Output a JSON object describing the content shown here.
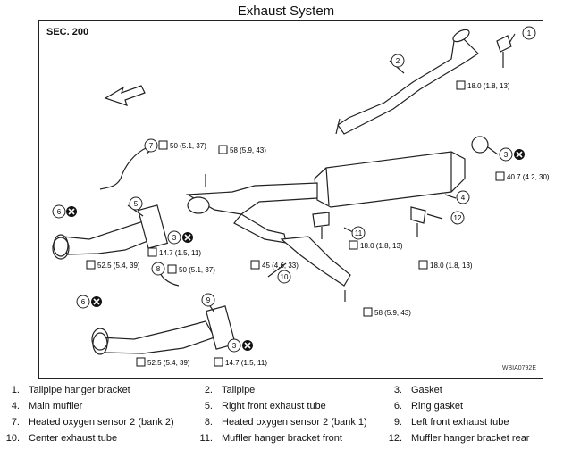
{
  "title": "Exhaust System",
  "section": "SEC. 200",
  "figure_ref": "WBIA0792E",
  "torques": [
    {
      "id": "t1",
      "text": "18.0 (1.8, 13)"
    },
    {
      "id": "t2",
      "text": "50 (5.1, 37)"
    },
    {
      "id": "t3",
      "text": "58 (5.9, 43)"
    },
    {
      "id": "t4",
      "text": "40.7 (4.2, 30)"
    },
    {
      "id": "t5",
      "text": "14.7 (1.5, 11)"
    },
    {
      "id": "t6",
      "text": "52.5 (5.4, 39)"
    },
    {
      "id": "t7",
      "text": "50 (5.1, 37)"
    },
    {
      "id": "t8",
      "text": "45 (4.6, 33)"
    },
    {
      "id": "t9",
      "text": "18.0 (1.8, 13)"
    },
    {
      "id": "t10",
      "text": "18.0 (1.8, 13)"
    },
    {
      "id": "t11",
      "text": "58 (5.9, 43)"
    },
    {
      "id": "t12",
      "text": "52.5 (5.4, 39)"
    },
    {
      "id": "t13",
      "text": "14.7 (1.5, 11)"
    }
  ],
  "callouts": [
    "1",
    "2",
    "3",
    "4",
    "5",
    "6",
    "7",
    "8",
    "9",
    "10",
    "11",
    "12",
    "3",
    "6",
    "3",
    "6"
  ],
  "legend": [
    {
      "num": "1.",
      "label": "Tailpipe hanger bracket"
    },
    {
      "num": "2.",
      "label": "Tailpipe"
    },
    {
      "num": "3.",
      "label": "Gasket"
    },
    {
      "num": "4.",
      "label": "Main muffler"
    },
    {
      "num": "5.",
      "label": "Right front exhaust tube"
    },
    {
      "num": "6.",
      "label": "Ring gasket"
    },
    {
      "num": "7.",
      "label": "Heated oxygen sensor 2 (bank 2)"
    },
    {
      "num": "8.",
      "label": "Heated oxygen sensor 2 (bank 1)"
    },
    {
      "num": "9.",
      "label": "Left front exhaust tube"
    },
    {
      "num": "10.",
      "label": "Center exhaust tube"
    },
    {
      "num": "11.",
      "label": "Muffler hanger bracket front"
    },
    {
      "num": "12.",
      "label": "Muffler hanger bracket rear"
    }
  ]
}
